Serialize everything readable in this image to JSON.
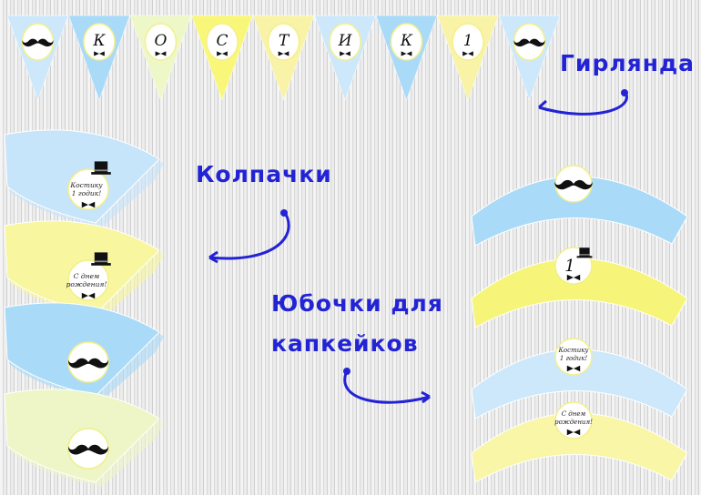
{
  "labels": {
    "garland": "Гирлянда",
    "hats": "Колпачки",
    "wrappers_line1": "Юбочки для",
    "wrappers_line2": "капкейков"
  },
  "garland": {
    "pennants": [
      {
        "symbol": "mustache",
        "color": "#cde8fb"
      },
      {
        "letter": "К",
        "color": "#a9daf8"
      },
      {
        "letter": "О",
        "color": "#eef7c8"
      },
      {
        "letter": "С",
        "color": "#f9f77a"
      },
      {
        "letter": "Т",
        "color": "#f8f3a6"
      },
      {
        "letter": "И",
        "color": "#cde8fb"
      },
      {
        "letter": "К",
        "color": "#a9daf8"
      },
      {
        "letter": "1",
        "color": "#f8f3a6"
      },
      {
        "symbol": "mustache",
        "color": "#cde8fb"
      }
    ]
  },
  "hats": [
    {
      "text1": "Костику",
      "text2": "1 годик!",
      "color": "#c6e4fa",
      "icon": "top-hat"
    },
    {
      "text1": "С днем",
      "text2": "рождения!",
      "color": "#f9f6a0",
      "icon": "top-hat"
    },
    {
      "color": "#a9daf8",
      "icon": "mustache"
    },
    {
      "color": "#eef5c6",
      "icon": "mustache"
    }
  ],
  "wrappers": [
    {
      "color": "#a9daf8",
      "icon": "mustache"
    },
    {
      "color": "#f6f57a",
      "icon": "top-hat",
      "text1": "1"
    },
    {
      "color": "#cde8fb",
      "icon": "bow-tie",
      "text1": "Костику",
      "text2": "1 годик!"
    },
    {
      "color": "#f9f6a8",
      "icon": "bow-tie",
      "text1": "С днем",
      "text2": "рождения!"
    }
  ],
  "colors": {
    "label": "#2323d6"
  }
}
